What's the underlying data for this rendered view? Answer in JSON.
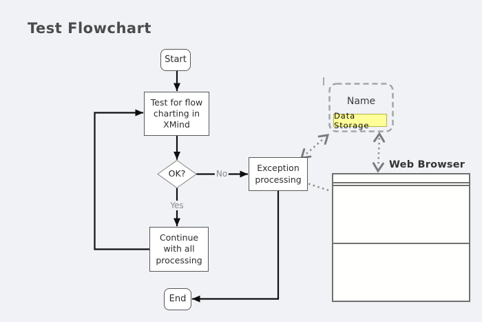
{
  "title": "Test Flowchart",
  "nodes": {
    "start": "Start",
    "test": "Test for flow\ncharting in\nXMind",
    "decision": "OK?",
    "exception": "Exception\nprocessing",
    "continue_node": "Continue\nwith all\nprocessing",
    "end": "End"
  },
  "edge_labels": {
    "no": "No",
    "yes": "Yes"
  },
  "storage": {
    "name": "Name",
    "data_storage": "Data Storage"
  },
  "browser": {
    "label": "Web Browser"
  },
  "colors": {
    "background": "#f0f2f6",
    "node_fill": "#ffffff",
    "node_border": "#565656",
    "decision_border": "#9b9b9b",
    "flow_arrow": "#0e0e0e",
    "muted_label": "#8b8b8b",
    "dotted_connector": "#8d8d8d",
    "dotted_arrowhead": "#7a7a7a",
    "dashed_container_border": "#a4a4a4",
    "highlight_yellow": "#ffff99",
    "highlight_border": "#b5b542",
    "browser_border": "#6f6f6f",
    "title_color": "#4b4b4b"
  }
}
